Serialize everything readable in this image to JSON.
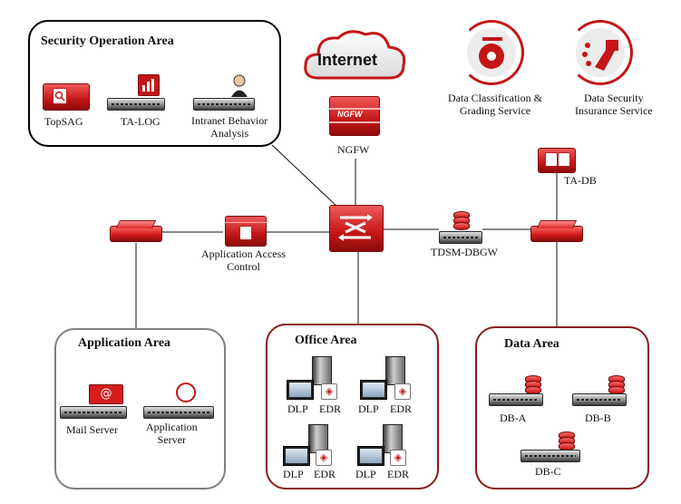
{
  "colors": {
    "accent": "#c41616",
    "group_border_dark": "#000000",
    "group_border_gray": "#7f7f7f",
    "group_border_red": "#8b1a1a"
  },
  "internet": {
    "label": "Internet"
  },
  "ngfw": {
    "label": "NGFW",
    "badge": "NGFW"
  },
  "security_area": {
    "title": "Security Operation Area",
    "topsag": "TopSAG",
    "talog": "TA-LOG",
    "intranet_line1": "Intranet Behavior",
    "intranet_line2": "Analysis"
  },
  "services": {
    "classification_line1": "Data Classification &",
    "classification_line2": "Grading Service",
    "insurance_line1": "Data Security",
    "insurance_line2": "Insurance Service"
  },
  "tadb": {
    "label": "TA-DB"
  },
  "core": {
    "aac_line1": "Application Access",
    "aac_line2": "Control",
    "tdsm": "TDSM-DBGW"
  },
  "application_area": {
    "title": "Application Area",
    "mail": "Mail Server",
    "app_line1": "Application",
    "app_line2": "Server"
  },
  "office_area": {
    "title": "Office Area",
    "dlp": "DLP",
    "edr": "EDR"
  },
  "data_area": {
    "title": "Data Area",
    "dba": "DB-A",
    "dbb": "DB-B",
    "dbc": "DB-C"
  },
  "icons": [
    "cloud-icon",
    "firewall-icon",
    "core-switch-icon",
    "switch-icon",
    "server-icon",
    "database-icon",
    "pc-icon",
    "shield-icon",
    "mail-icon",
    "ie-icon",
    "user-icon",
    "chart-icon",
    "magnifier-icon",
    "lock-icon"
  ]
}
